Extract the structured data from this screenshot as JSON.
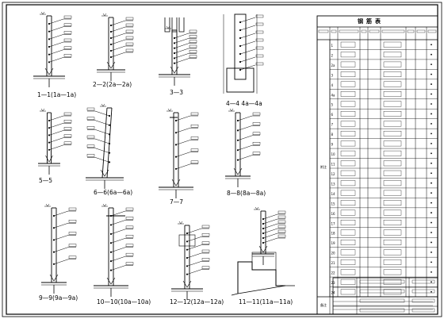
{
  "sections": [
    {
      "label": "1—1(1a—1a)"
    },
    {
      "label": "2—2(2a—2a)"
    },
    {
      "label": "3—3"
    },
    {
      "label": "4—4 4a—4a"
    },
    {
      "label": "5—5"
    },
    {
      "label": "6—6(6a—6a)"
    },
    {
      "label": "7—7"
    },
    {
      "label": "8—8(8a—8a)"
    },
    {
      "label": "9—9(9a—9a)"
    },
    {
      "label": "10—10(10a—10a)"
    },
    {
      "label": "12—12(12a—12a)"
    },
    {
      "label": "11—11(11a—11a)"
    }
  ],
  "schedule": {
    "title": "钢筋表",
    "rows": [
      {
        "no": "1"
      },
      {
        "no": "2"
      },
      {
        "no": "2a"
      },
      {
        "no": "3"
      },
      {
        "no": "4"
      },
      {
        "no": "4a"
      },
      {
        "no": "5"
      },
      {
        "no": "6"
      },
      {
        "no": "7"
      },
      {
        "no": "8"
      },
      {
        "no": "9"
      },
      {
        "no": "10"
      },
      {
        "no": "11"
      },
      {
        "no": "12"
      },
      {
        "no": "13"
      },
      {
        "no": "14"
      },
      {
        "no": "15"
      },
      {
        "no": "16"
      },
      {
        "no": "17"
      },
      {
        "no": "18"
      },
      {
        "no": "19"
      },
      {
        "no": "20"
      },
      {
        "no": "21"
      },
      {
        "no": "22"
      },
      {
        "no": "23"
      },
      {
        "no": "24"
      }
    ],
    "note_header": "附注",
    "remark_header": "备注"
  },
  "colors": {
    "ink": "#000000",
    "paper": "#ffffff"
  }
}
